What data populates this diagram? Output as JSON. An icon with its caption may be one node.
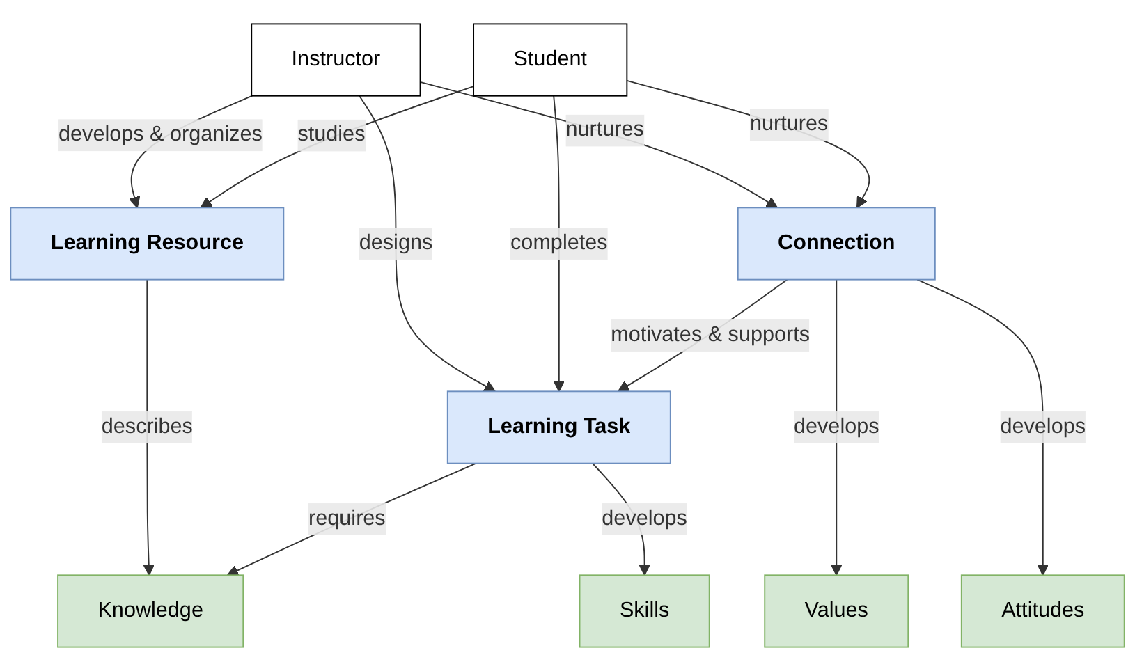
{
  "diagram": {
    "nodes": [
      {
        "text": [
          "Knowledge"
        ]
      },
      {
        "text": [
          "Learning Resource"
        ]
      },
      {
        "text": [
          "Skills"
        ]
      },
      {
        "text": [
          "Instructor"
        ]
      },
      {
        "text": [
          "Learning Task"
        ]
      },
      {
        "text": [
          "Student"
        ]
      },
      {
        "text": [
          "Values"
        ]
      },
      {
        "text": [
          "Connection"
        ]
      },
      {
        "text": [
          "Attitudes"
        ]
      }
    ],
    "edges": [
      {
        "from": 3,
        "to": 1,
        "arrow": "to",
        "label": "develops & organizes"
      },
      {
        "from": 5,
        "to": 1,
        "arrow": "to",
        "label": "studies"
      },
      {
        "from": 1,
        "to": 0,
        "arrow": "to",
        "label": "describes"
      },
      {
        "from": 4,
        "to": 0,
        "arrow": "to",
        "label": "requires"
      },
      {
        "from": 4,
        "to": 2,
        "arrow": "to",
        "label": "develops"
      },
      {
        "from": 3,
        "to": 4,
        "arrow": "to",
        "label": "designs"
      },
      {
        "from": 5,
        "to": 4,
        "arrow": "to",
        "label": "completes"
      },
      {
        "from": 3,
        "to": 7,
        "arrow": "to",
        "label": "nurtures"
      },
      {
        "from": 5,
        "to": 7,
        "arrow": "to",
        "label": "nurtures"
      },
      {
        "from": 7,
        "to": 4,
        "arrow": "to",
        "label": "motivates & supports"
      },
      {
        "from": 7,
        "to": 6,
        "arrow": "to",
        "label": "develops"
      },
      {
        "from": 7,
        "to": 8,
        "arrow": "to",
        "label": "develops"
      }
    ]
  }
}
